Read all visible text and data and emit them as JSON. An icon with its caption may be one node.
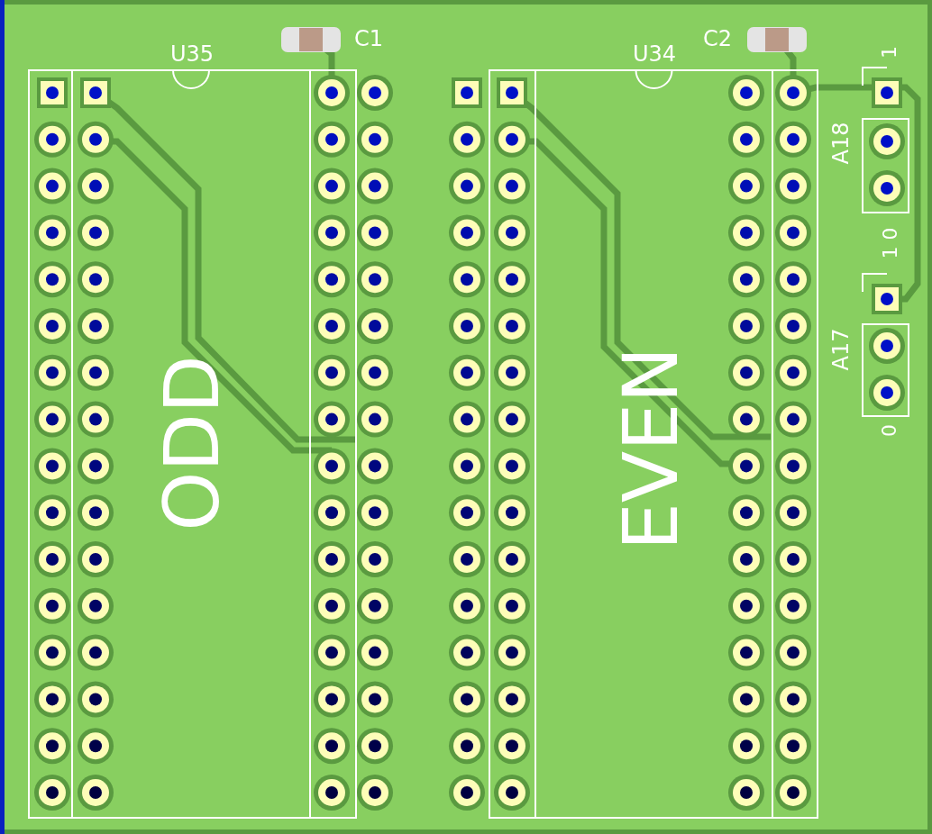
{
  "diagram": {
    "labels": [
      "U35",
      "C1",
      "U34",
      "C2",
      "1",
      "A18",
      "1 0",
      "A17",
      "0",
      "ODD",
      "EVEN"
    ]
  }
}
